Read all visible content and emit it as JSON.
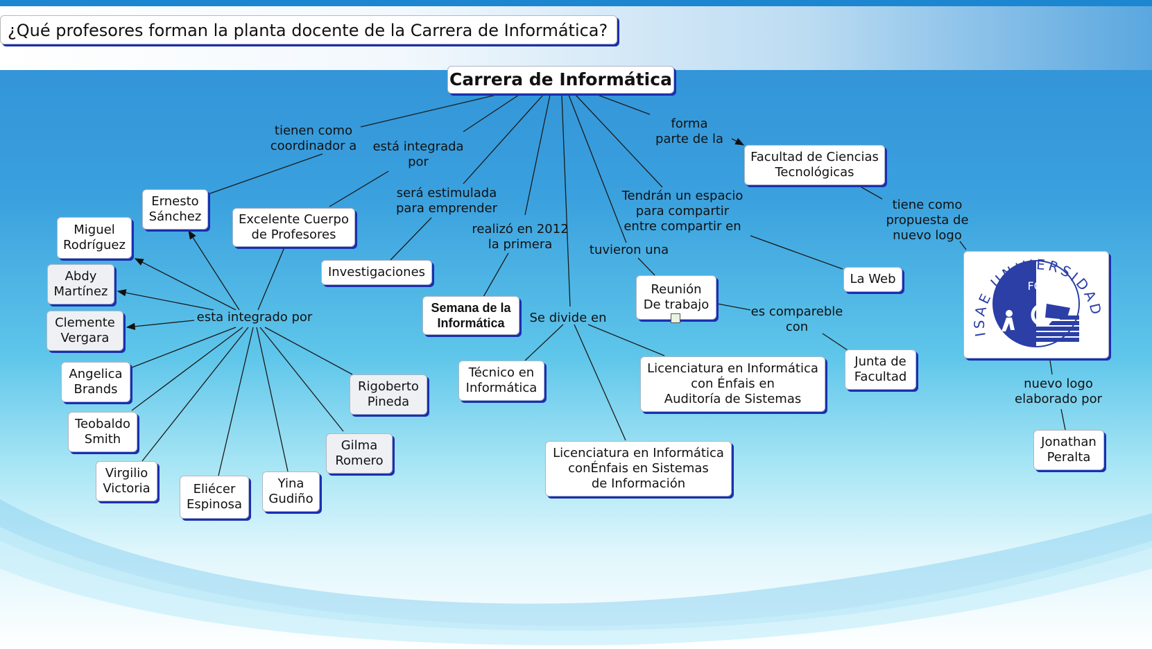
{
  "question": "¿Qué profesores forman la planta docente de la Carrera de Informática?",
  "nodes": {
    "root": "Carrera de Informática",
    "ernesto": "Ernesto\nSánchez",
    "excelente": "Excelente Cuerpo\nde Profesores",
    "investigaciones": "Investigaciones",
    "semana": "Semana de la\nInformática",
    "facultad": "Facultad de Ciencias\nTecnológicas",
    "reunion": "Reunión\nDe trabajo",
    "laweb": "La Web",
    "junta": "Junta de\nFacultad",
    "tecnico": "Técnico en\nInformática",
    "lic_auditoria": "Licenciatura en Informática\ncon Énfais en\nAuditoría de  Sistemas",
    "lic_sistemas": "Licenciatura en Informática\nconÉnfais en Sistemas\nde Información",
    "jonathan": "Jonathan\nPeralta",
    "miguel": "Miguel\nRodríguez",
    "abdy": "Abdy\nMartínez",
    "clemente": "Clemente\nVergara",
    "angelica": "Angelica\nBrands",
    "teobaldo": "Teobaldo\nSmith",
    "virgilio": "Virgilio\nVictoria",
    "eliecer": "Eliécer\nEspinosa",
    "yina": "Yina\nGudiño",
    "gilma": "Gilma\nRomero",
    "rigoberto": "Rigoberto\nPineda"
  },
  "links": {
    "tienen_coordinador": "tienen como\ncoordinador a",
    "integrada_por": "está integrada\npor",
    "estimulada": "será estimulada\npara emprender",
    "realizo": "realizó en 2012\nla primera",
    "forma_parte": "forma\nparte de la",
    "tendran_espacio": "Tendrán un espacio\npara compartir\nentre compartir en",
    "tuvieron": "tuvieron una",
    "se_divide": "Se divide en",
    "integrado_por": "esta integrado por",
    "comparable": "es compareble\ncon",
    "propuesta_logo": "tiene como\npropuesta de\nnuevo logo",
    "elaborado_por": "nuevo logo\nelaborado por"
  },
  "logo": {
    "ring_text": "ISAE UNIVERSIDAD",
    "center_text": "FCI",
    "colors": {
      "blue": "#2b3fa6",
      "white": "#ffffff"
    }
  },
  "colors": {
    "node_shadow": "#1a2fb0",
    "link_line": "#1a1a1a"
  }
}
